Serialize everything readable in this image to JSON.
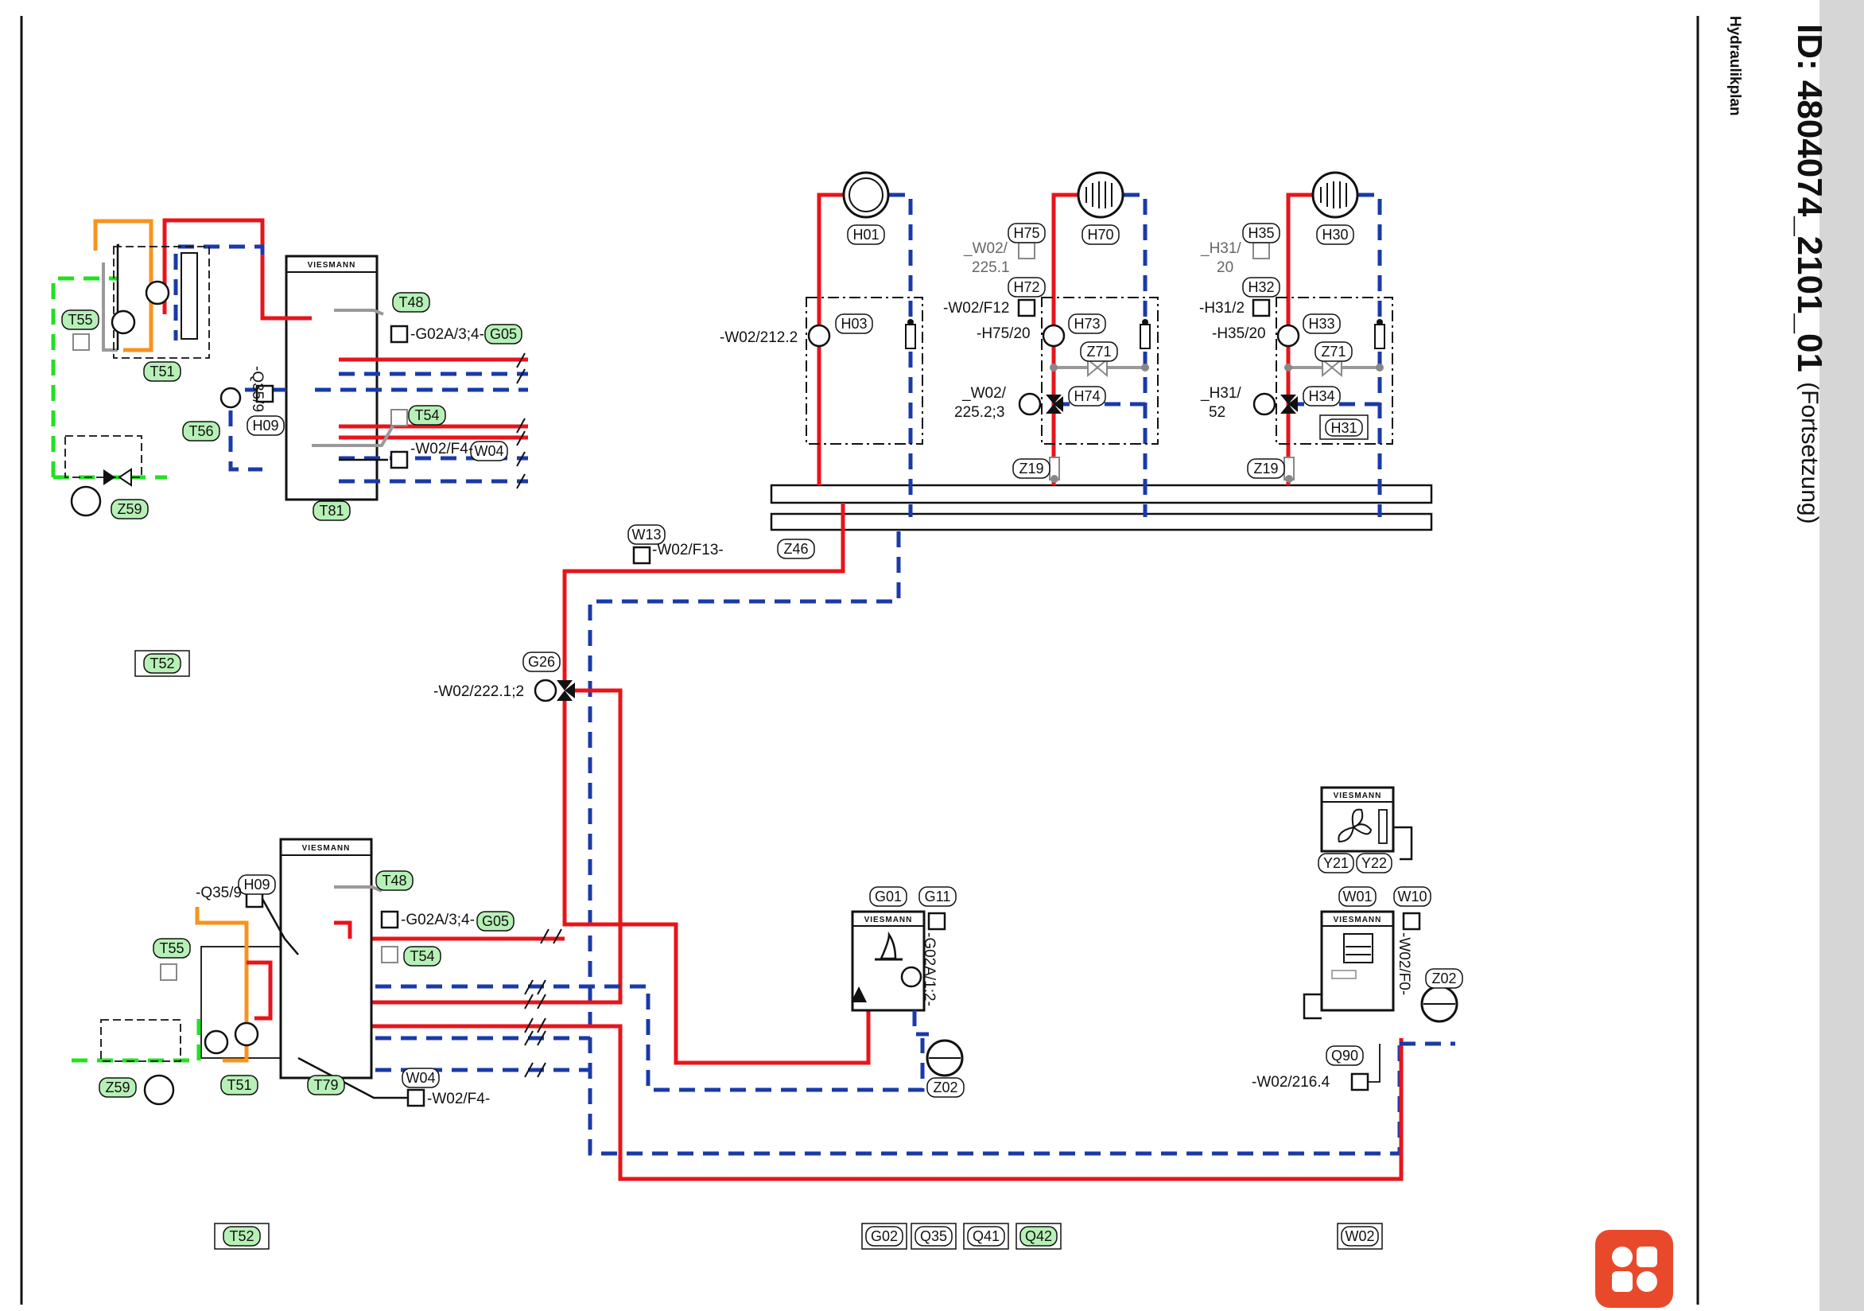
{
  "header": {
    "title": "Hydraulikplan",
    "id_label": "ID: 4804074_2101_01",
    "continuation": "(Fortsetzung)"
  },
  "brand": "VIESMANN",
  "tags": {
    "H01": "H01",
    "H03": "H03",
    "H70": "H70",
    "H75": "H75",
    "H72": "H72",
    "H73": "H73",
    "Z71a": "Z71",
    "H74": "H74",
    "Z19a": "Z19",
    "H30": "H30",
    "H35": "H35",
    "H32": "H32",
    "H33": "H33",
    "Z71b": "Z71",
    "H34": "H34",
    "H31": "H31",
    "Z19b": "Z19",
    "Z46": "Z46",
    "W13": "W13",
    "G26": "G26",
    "T55a": "T55",
    "T51a": "T51",
    "T56": "T56",
    "H09a": "H09",
    "T48a": "T48",
    "G05a": "G05",
    "T54a": "T54",
    "W04a": "W04",
    "T81": "T81",
    "Z59a": "Z59",
    "T52a": "T52",
    "H09b": "H09",
    "T48b": "T48",
    "G05b": "G05",
    "T55b": "T55",
    "T54b": "T54",
    "Z59b": "Z59",
    "T51b": "T51",
    "T79": "T79",
    "W04b": "W04",
    "G01": "G01",
    "G11": "G11",
    "Z02a": "Z02",
    "W01": "W01",
    "W10": "W10",
    "Z02b": "Z02",
    "Y21": "Y21",
    "Y22": "Y22",
    "Q90": "Q90",
    "T52b": "T52",
    "G02": "G02",
    "Q35": "Q35",
    "Q41": "Q41",
    "Q42": "Q42",
    "W02": "W02"
  },
  "refs": {
    "w02_212_2": "-W02/212.2",
    "w02_225_1_a": "_W02/",
    "w02_225_1_b": "225.1",
    "w02_f12": "-W02/F12",
    "h75_20": "-H75/20",
    "w02_225_2_a": "_W02/",
    "w02_225_2_b": "225.2;3",
    "h31_20_a": "_H31/",
    "h31_20_b": "20",
    "h31_2": "-H31/2",
    "h35_20": "-H35/20",
    "h31_52_a": "_H31/",
    "h31_52_b": "52",
    "w02_f13": "-W02/F13-",
    "w02_222": "-W02/222.1;2",
    "q35_9a": "-Q35/9",
    "g02a_top": "-G02A/3;4-",
    "w02_f4_top": "-W02/F4-",
    "q35_9b": "-Q35/9",
    "g02a_bot": "-G02A/3;4-",
    "w02_f4_bot": "-W02/F4-",
    "g02a_12": "-G02A/1;2-",
    "w02_f0": "-W02/F0-",
    "w02_216": "-W02/216.4"
  }
}
